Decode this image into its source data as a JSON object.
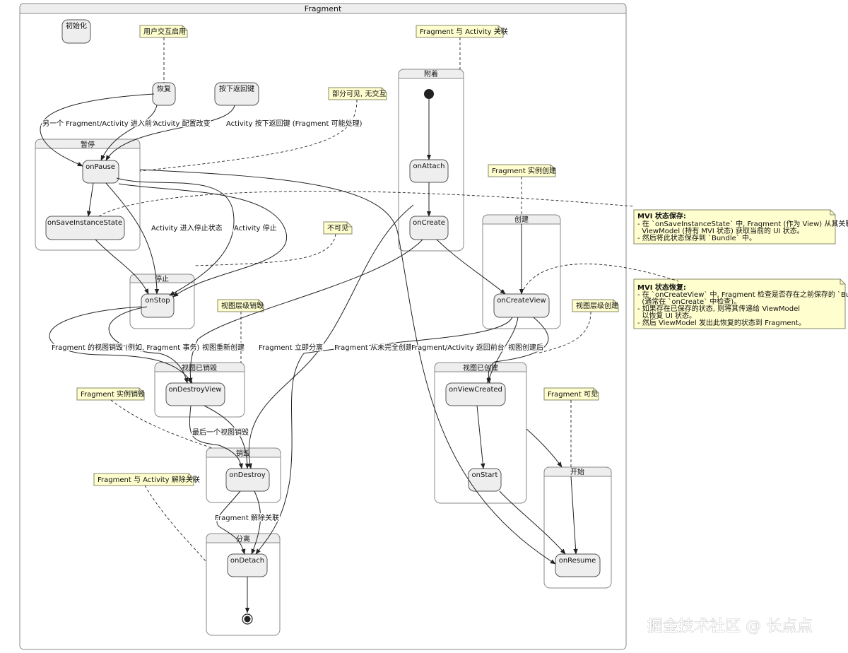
{
  "frame": {
    "title": "Fragment"
  },
  "states": {
    "init": "初始化",
    "resumed": "恢复",
    "back_pressed": "按下返回键",
    "onPause": "onPause",
    "onSaveInstanceState": "onSaveInstanceState",
    "onStop": "onStop",
    "onAttach": "onAttach",
    "onCreate": "onCreate",
    "onCreateView": "onCreateView",
    "onDestroyView": "onDestroyView",
    "onDestroy": "onDestroy",
    "onDetach": "onDetach",
    "onViewCreated": "onViewCreated",
    "onStart": "onStart",
    "onResume": "onResume"
  },
  "composites": {
    "paused": "暂停",
    "stopped": "停止",
    "attached": "附着",
    "created": "创建",
    "view_destroyed": "视图已销毁",
    "destroyed": "销毁",
    "detached": "分离",
    "view_created": "视图已创建",
    "started": "开始"
  },
  "notes": {
    "user_interaction": "用户交互启用",
    "fragment_activity_link": "Fragment 与 Activity 关联",
    "partially_visible": "部分可见, 无交互",
    "instance_created": "Fragment 实例创建",
    "invisible": "不可见",
    "view_hierarchy_destroyed": "视图层级销毁",
    "view_hierarchy_created": "视图层级创建",
    "instance_destroyed": "Fragment 实例销毁",
    "fragment_visible": "Fragment 可见",
    "unlink": "Fragment 与 Activity 解除关联",
    "mvi_save": {
      "title": "MVI 状态保存:",
      "lines": [
        "- 在 `onSaveInstanceState` 中, Fragment (作为 View) 从其关联的",
        "  ViewModel (持有 MVI 状态) 获取当前的 UI 状态。",
        "- 然后将此状态保存到 `Bundle` 中。"
      ]
    },
    "mvi_restore": {
      "title": "MVI 状态恢复:",
      "lines": [
        "- 在 `onCreateView` 中, Fragment 检查是否存在之前保存的 `Bundle`",
        "  (通常在 `onCreate` 中检查)。",
        "- 如果存在已保存的状态, 则将其传递给 ViewModel",
        "  以恢复 UI 状态。",
        "- 然后 ViewModel 发出此恢复的状态到 Fragment。"
      ]
    }
  },
  "edges": {
    "other_foreground": "另一个 Fragment/Activity 进入前台",
    "config_change": "Activity 配置改变",
    "back_key": "Activity 按下返回键 (Fragment 可能处理)",
    "activity_stopping": "Activity 进入停止状态",
    "activity_stopped": "Activity 停止",
    "view_destroy": "Fragment 的视图销毁 (例如, Fragment 事务)",
    "view_recreate": "视图重新创建",
    "immediate_detach": "Fragment 立即分离",
    "never_created": "Fragment 从未完全创建",
    "return_foreground": "Fragment/Activity 返回前台",
    "after_view_created": "视图创建后",
    "last_view_destroyed": "最后一个视图销毁",
    "fragment_unlink": "Fragment 解除关联"
  },
  "watermark": "掘金技术社区 @ 长点点"
}
